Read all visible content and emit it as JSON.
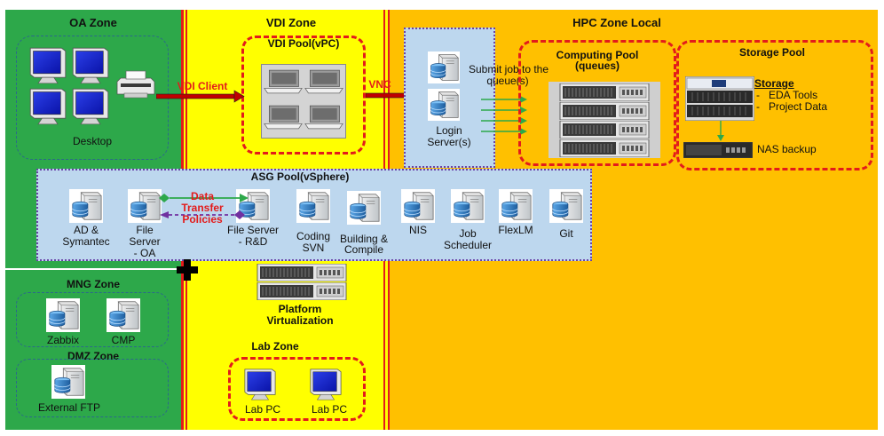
{
  "zones": {
    "oa": "OA Zone",
    "vdi": "VDI Zone",
    "hpc": "HPC Zone Local",
    "mng": "MNG Zone",
    "dmz": "DMZ Zone",
    "lab": "Lab Zone"
  },
  "pools": {
    "vdi_pool": "VDI Pool(vPC)",
    "computing_pool_line1": "Computing Pool",
    "computing_pool_line2": "(queues)",
    "storage_pool": "Storage Pool",
    "asg_pool": "ASG Pool(vSphere)"
  },
  "labels": {
    "desktop": "Desktop",
    "vdi_client": "VDI Client",
    "vnc": "VNC",
    "submit_job_line1": "Submit job to the",
    "submit_job_line2": "queue(s)",
    "login_server_line1": "Login",
    "login_server_line2": "Server(s)",
    "storage_title": "Storage",
    "storage_item1": "EDA Tools",
    "storage_item2": "Project Data",
    "nas_backup": "NAS backup",
    "data_transfer_line1": "Data",
    "data_transfer_line2": "Transfer",
    "data_transfer_line3": "Policies",
    "platform_line1": "Platform",
    "platform_line2": "Virtualization",
    "zabbix": "Zabbix",
    "cmp": "CMP",
    "external_ftp": "External FTP",
    "lab_pc": "Lab PC"
  },
  "asg_servers": [
    {
      "l1": "AD &",
      "l2": "Symantec",
      "l3": ""
    },
    {
      "l1": "File",
      "l2": "Server",
      "l3": "- OA"
    },
    {
      "l1": "File Server",
      "l2": "- R&D",
      "l3": ""
    },
    {
      "l1": "Coding",
      "l2": "SVN",
      "l3": ""
    },
    {
      "l1": "Building &",
      "l2": "Compile",
      "l3": ""
    },
    {
      "l1": "NIS",
      "l2": "",
      "l3": ""
    },
    {
      "l1": "Job",
      "l2": "Scheduler",
      "l3": ""
    },
    {
      "l1": "FlexLM",
      "l2": "",
      "l3": ""
    },
    {
      "l1": "Git",
      "l2": "",
      "l3": ""
    }
  ],
  "colors": {
    "green_zone": "#2da84a",
    "yellow_zone": "#ffff00",
    "orange_zone": "#ffc000",
    "blue_panel": "#bdd7ee",
    "red": "#e31b1b"
  }
}
